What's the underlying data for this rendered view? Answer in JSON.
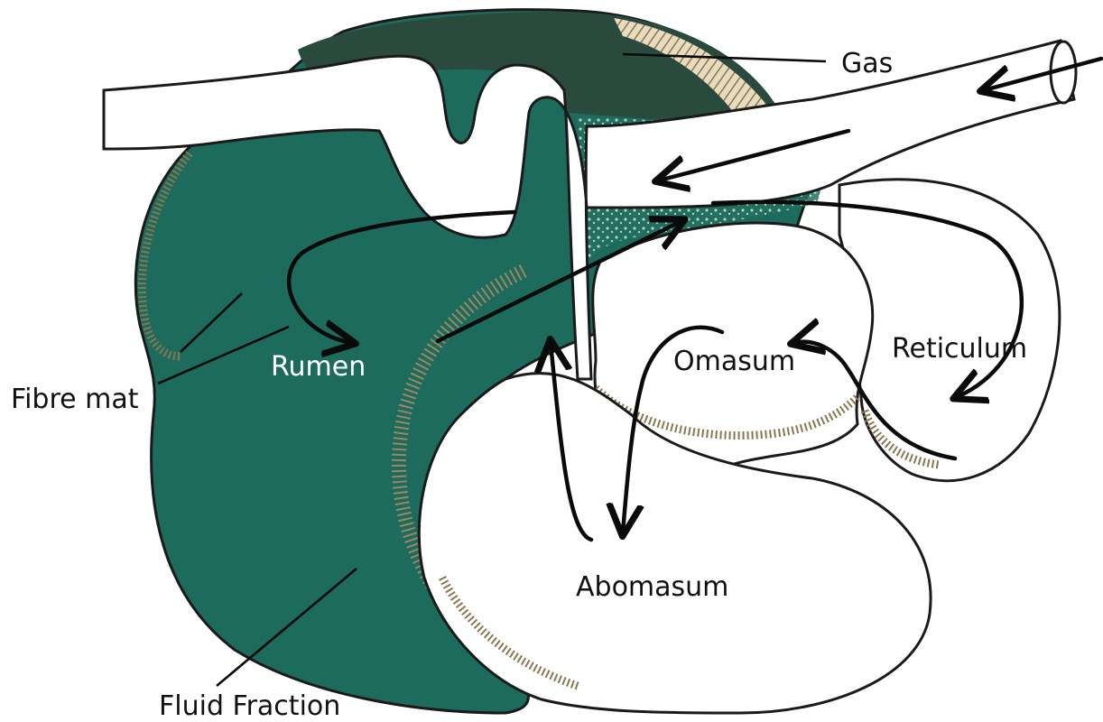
{
  "labels": {
    "gas": "Gas",
    "reticulum": "Reticulum",
    "omasum": "Omasum",
    "rumen": "Rumen",
    "fibre_mat": "Fibre mat",
    "abomasum": "Abomasum",
    "fluid_fraction": "Fluid Fraction"
  },
  "colors": {
    "rumen_fluid": "#1d6b5c",
    "gas_zone": "#2b4a3e",
    "wall_tan": "#9b8762",
    "outline": "#1a1a1a"
  }
}
